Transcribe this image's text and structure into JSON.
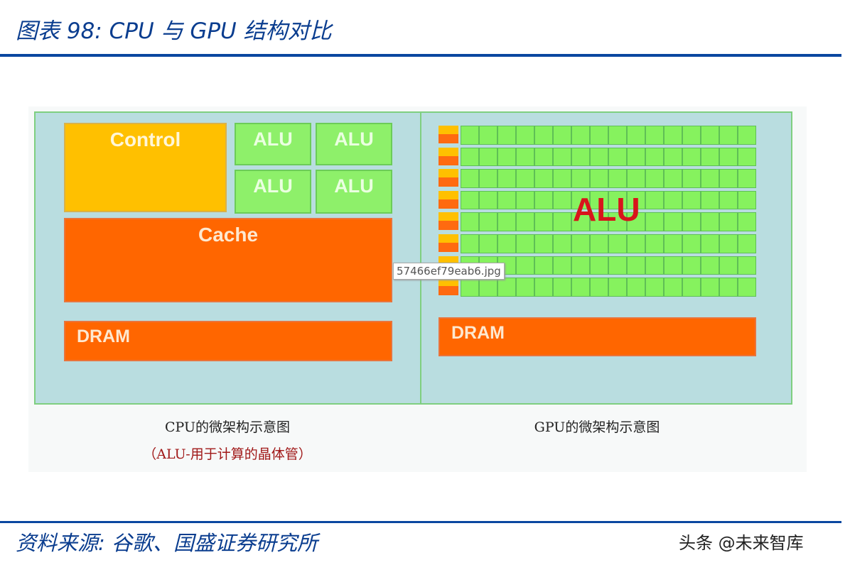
{
  "title": "图表 98:  CPU 与 GPU 结构对比",
  "cpu": {
    "control": "Control",
    "alu": [
      "ALU",
      "ALU",
      "ALU",
      "ALU"
    ],
    "cache": "Cache",
    "dram": "DRAM",
    "caption": "CPU的微架构示意图",
    "caption_note": "（ALU-用于计算的晶体管）"
  },
  "gpu": {
    "alu_label": "ALU",
    "dram": "DRAM",
    "caption": "GPU的微架构示意图",
    "rows": 8,
    "cols": 16
  },
  "tooltip": "57466ef79eab6.jpg",
  "source": "资料来源:  谷歌、国盛证券研究所",
  "watermark": "头条 @未来智库",
  "colors": {
    "control": "#ffc000",
    "alu": "#86f25e",
    "cache": "#ff6600",
    "title": "#0a3d8f"
  }
}
